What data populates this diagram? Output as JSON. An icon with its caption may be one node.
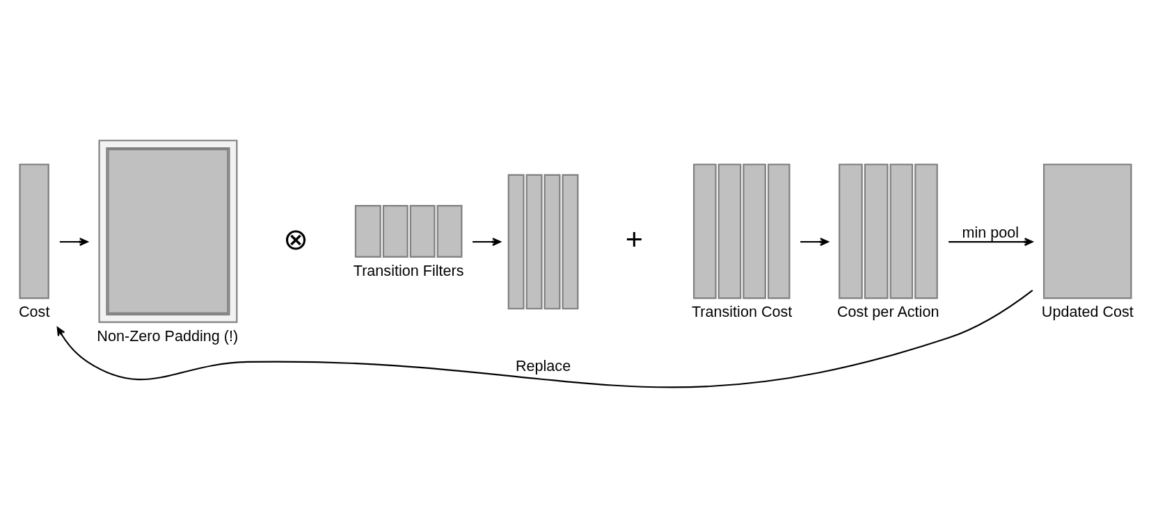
{
  "diagram": {
    "nodes": [
      {
        "text": [
          "Cost"
        ]
      },
      {
        "text": [
          "Non-Zero Padding (!)"
        ]
      },
      {
        "text": [
          "Transition Filters"
        ]
      },
      {
        "text": [],
        "shape": "box"
      },
      {
        "text": [
          "Transition Cost"
        ]
      },
      {
        "text": [
          "Cost per Action"
        ]
      },
      {
        "text": [
          "Updated Cost"
        ]
      }
    ],
    "edges": [
      {
        "from": 0,
        "to": 1,
        "arrow": "to"
      },
      {
        "from": 2,
        "to": 3,
        "arrow": "to"
      },
      {
        "from": 4,
        "to": 5,
        "arrow": "to"
      },
      {
        "from": 5,
        "to": 6,
        "label": "min pool",
        "arrow": "to"
      },
      {
        "from": 6,
        "to": 0,
        "label": "Replace",
        "arrow": "to"
      }
    ],
    "labels": [
      "⊗",
      "+"
    ]
  }
}
